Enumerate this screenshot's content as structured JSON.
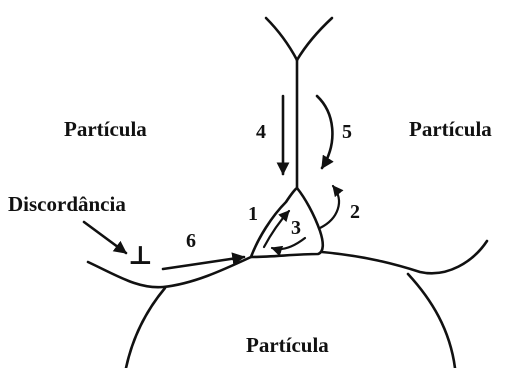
{
  "labels": {
    "particle_upper_left": "Partícula",
    "particle_upper_right": "Partícula",
    "particle_bottom": "Partícula",
    "dislocation": "Discordância",
    "dislocation_symbol": "⊥"
  },
  "paths": {
    "p1": "1",
    "p2": "2",
    "p3": "3",
    "p4": "4",
    "p5": "5",
    "p6": "6"
  },
  "colors": {
    "ink": "#111111",
    "background": "#ffffff"
  }
}
